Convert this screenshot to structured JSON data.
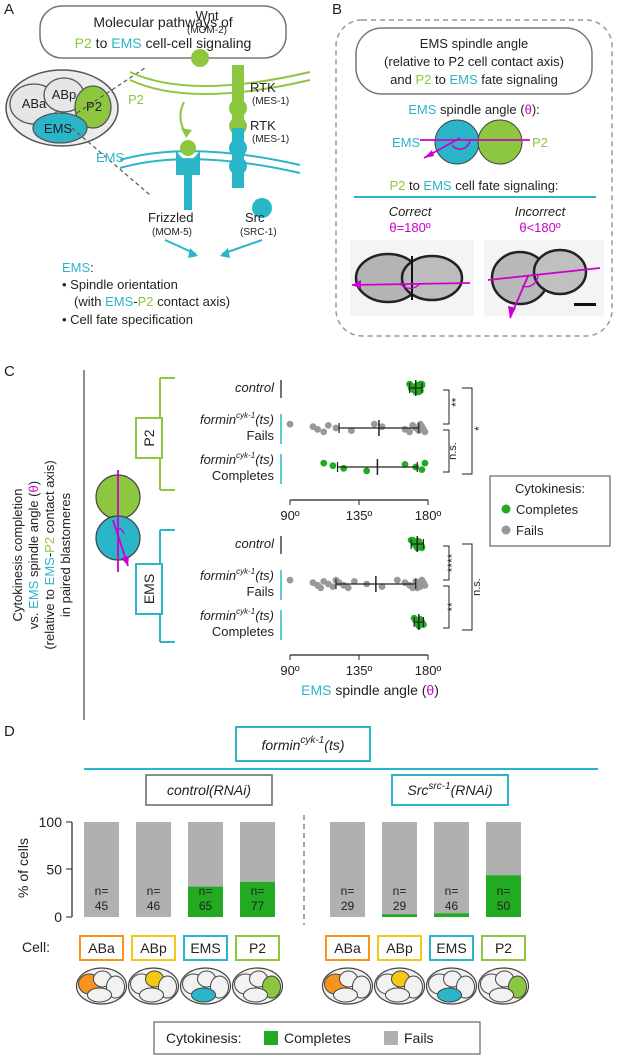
{
  "colors": {
    "p2_green": "#8dc63f",
    "ems_cyan": "#2bb5c8",
    "angle_magenta": "#cc00cc",
    "completes_green": "#22aa22",
    "fails_gray": "#b0b0b0",
    "dot_gray": "#999999",
    "aba_orange": "#f7941d",
    "abp_yellow": "#f5c816"
  },
  "panelA": {
    "letter": "A",
    "title_line1": "Molecular pathways of",
    "title_p2": "P2",
    "title_to": " to ",
    "title_ems": "EMS",
    "title_rest": " cell-cell signaling",
    "cells": {
      "aba": "ABa",
      "abp": "ABp",
      "p2": "P2",
      "ems": "EMS"
    },
    "membrane_p2": "P2",
    "membrane_ems": "EMS",
    "wnt": "Wnt",
    "wnt_sub": "(MOM-2)",
    "rtk1": "RTK",
    "rtk1_sub": "(MES-1)",
    "rtk2": "RTK",
    "rtk2_sub": "(MES-1)",
    "frizzled": "Frizzled",
    "frizzled_sub": "(MOM-5)",
    "src": "Src",
    "src_sub": "(SRC-1)",
    "outcome_header": "EMS",
    "outcome_colon": ":",
    "bullet1": "• Spindle orientation",
    "bullet1b_pre": "(with ",
    "bullet1b_ems": "EMS",
    "bullet1b_dash": "-",
    "bullet1b_p2": "P2",
    "bullet1b_post": " contact axis)",
    "bullet2": "• Cell fate specification"
  },
  "panelB": {
    "letter": "B",
    "title_line1": "EMS spindle angle",
    "title_line2": "(relative to P2 cell contact axis)",
    "title_line3_pre": "and ",
    "title_line3_p2": "P2",
    "title_line3_to": " to ",
    "title_line3_ems": "EMS",
    "title_line3_post": " fate signaling",
    "angle_label_ems": "EMS",
    "angle_label_rest": " spindle angle (",
    "angle_theta": "θ",
    "angle_close": "):",
    "diag_ems": "EMS",
    "diag_p2": "P2",
    "fate_p2": "P2",
    "fate_to": " to ",
    "fate_ems": "EMS",
    "fate_rest": " cell fate signaling:",
    "correct": "Correct",
    "correct_theta": "θ=180º",
    "incorrect": "Incorrect",
    "incorrect_theta": "θ<180º"
  },
  "panelC": {
    "letter": "C",
    "ylabel_line1": "Cytokinesis completion",
    "ylabel_line2_pre": "vs. ",
    "ylabel_line2_ems": "EMS",
    "ylabel_line2_post": " spindle angle (",
    "ylabel_line2_theta": "θ",
    "ylabel_line2_close": ")",
    "ylabel_line3_pre": "(relative to ",
    "ylabel_line3_ems": "EMS",
    "ylabel_line3_dash": "-",
    "ylabel_line3_p2": "P2",
    "ylabel_line3_post": " contact axis)",
    "ylabel_line4": "in paired blastomeres",
    "group_p2": "P2",
    "group_ems": "EMS",
    "row_control": "control",
    "row_formin": "formin",
    "row_formin_sup": "cyk-1",
    "row_formin_ts": "(ts)",
    "row_fails": "Fails",
    "row_completes": "Completes",
    "ticks": [
      "90º",
      "135º",
      "180º"
    ],
    "xlabel_ems": "EMS",
    "xlabel_rest": " spindle angle (",
    "xlabel_theta": "θ",
    "xlabel_close": ")",
    "sig_p2": [
      "**",
      "*",
      "n.s."
    ],
    "sig_ems": [
      "****",
      "n.s.",
      "**"
    ],
    "legend_title": "Cytokinesis:",
    "legend_completes": "Completes",
    "legend_fails": "Fails"
  },
  "chart_data": [
    {
      "type": "scatter",
      "panel": "C-P2",
      "xlim": [
        90,
        180
      ],
      "rows": [
        {
          "label": "control",
          "color": "completes",
          "mean": 172,
          "sd": 4,
          "points": [
            168,
            170,
            171,
            172,
            173,
            174,
            175,
            176,
            172,
            170,
            174,
            176,
            169,
            173,
            175
          ]
        },
        {
          "label": "formin(ts) Fails",
          "color": "fails",
          "mean": 148,
          "sd": 26,
          "points": [
            90,
            105,
            108,
            112,
            115,
            120,
            130,
            145,
            150,
            165,
            168,
            170,
            172,
            174,
            175,
            176,
            177,
            178,
            170,
            173
          ]
        },
        {
          "label": "formin(ts) Completes",
          "color": "completes",
          "mean": 147,
          "sd": 26,
          "points": [
            112,
            118,
            125,
            140,
            165,
            172,
            176,
            178
          ]
        }
      ]
    },
    {
      "type": "scatter",
      "panel": "C-EMS",
      "xlim": [
        90,
        180
      ],
      "rows": [
        {
          "label": "control",
          "color": "completes",
          "mean": 173,
          "sd": 4,
          "points": [
            169,
            171,
            172,
            173,
            174,
            175,
            176,
            170,
            172,
            174,
            176,
            173,
            171,
            175
          ]
        },
        {
          "label": "formin(ts) Fails",
          "color": "fails",
          "mean": 146,
          "sd": 26,
          "points": [
            90,
            105,
            108,
            110,
            112,
            115,
            118,
            120,
            122,
            125,
            128,
            132,
            140,
            150,
            160,
            165,
            168,
            170,
            172,
            174,
            175,
            176,
            177,
            178,
            173
          ]
        },
        {
          "label": "formin(ts) Completes",
          "color": "completes",
          "mean": 174,
          "sd": 3,
          "points": [
            171,
            172,
            173,
            174,
            175,
            176,
            177
          ]
        }
      ]
    },
    {
      "type": "bar",
      "panel": "D",
      "ylim": [
        0,
        100
      ],
      "ylabel": "% of cells",
      "ticks": [
        0,
        50,
        100
      ],
      "groups": [
        {
          "name": "control(RNAi)",
          "bars": [
            {
              "cell": "ABa",
              "completes": 0,
              "n": 45
            },
            {
              "cell": "ABp",
              "completes": 0,
              "n": 46
            },
            {
              "cell": "EMS",
              "completes": 32,
              "n": 65
            },
            {
              "cell": "P2",
              "completes": 37,
              "n": 77
            }
          ]
        },
        {
          "name": "Src(RNAi)",
          "bars": [
            {
              "cell": "ABa",
              "completes": 0,
              "n": 29
            },
            {
              "cell": "ABp",
              "completes": 3,
              "n": 29
            },
            {
              "cell": "EMS",
              "completes": 4,
              "n": 46
            },
            {
              "cell": "P2",
              "completes": 44,
              "n": 50
            }
          ]
        }
      ]
    }
  ],
  "panelD": {
    "letter": "D",
    "header": "formin",
    "header_sup": "cyk-1",
    "header_ts": "(ts)",
    "group1": "control(RNAi)",
    "group2_pre": "Src",
    "group2_sup": "src-1",
    "group2_post": "(RNAi)",
    "ylabel": "% of cells",
    "cell_label": "Cell:",
    "n_prefix": "n=",
    "legend_title": "Cytokinesis:",
    "legend_completes": "Completes",
    "legend_fails": "Fails"
  }
}
